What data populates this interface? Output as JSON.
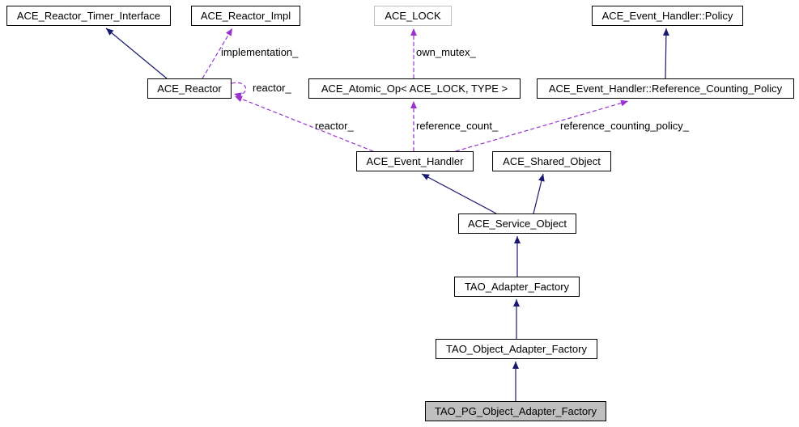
{
  "diagram": {
    "type": "doxygen-collaboration-graph",
    "colors": {
      "inheritance": "#191970",
      "usage": "#9a32cd",
      "node-border": "#000000",
      "node-bg": "#ffffff",
      "external-border": "#c0c0c0",
      "selected-bg": "#bfbfbf",
      "text": "#000000"
    },
    "nodes": [
      {
        "label": "ACE_Reactor_Timer_Interface"
      },
      {
        "label": "ACE_Reactor_Impl"
      },
      {
        "label": "ACE_LOCK"
      },
      {
        "label": "ACE_Event_Handler::Policy"
      },
      {
        "label": "ACE_Reactor"
      },
      {
        "label": "ACE_Atomic_Op< ACE_LOCK, TYPE >"
      },
      {
        "label": "ACE_Event_Handler::Reference_Counting_Policy"
      },
      {
        "label": "ACE_Event_Handler"
      },
      {
        "label": "ACE_Shared_Object"
      },
      {
        "label": "ACE_Service_Object"
      },
      {
        "label": "TAO_Adapter_Factory"
      },
      {
        "label": "TAO_Object_Adapter_Factory"
      },
      {
        "label": "TAO_PG_Object_Adapter_Factory"
      }
    ],
    "edge_labels": {
      "implementation": "implementation_",
      "own_mutex": "own_mutex_",
      "reactor_self": "reactor_",
      "reactor_member": "reactor_",
      "reference_count": "reference_count_",
      "reference_counting_policy": "reference_counting_policy_"
    }
  }
}
